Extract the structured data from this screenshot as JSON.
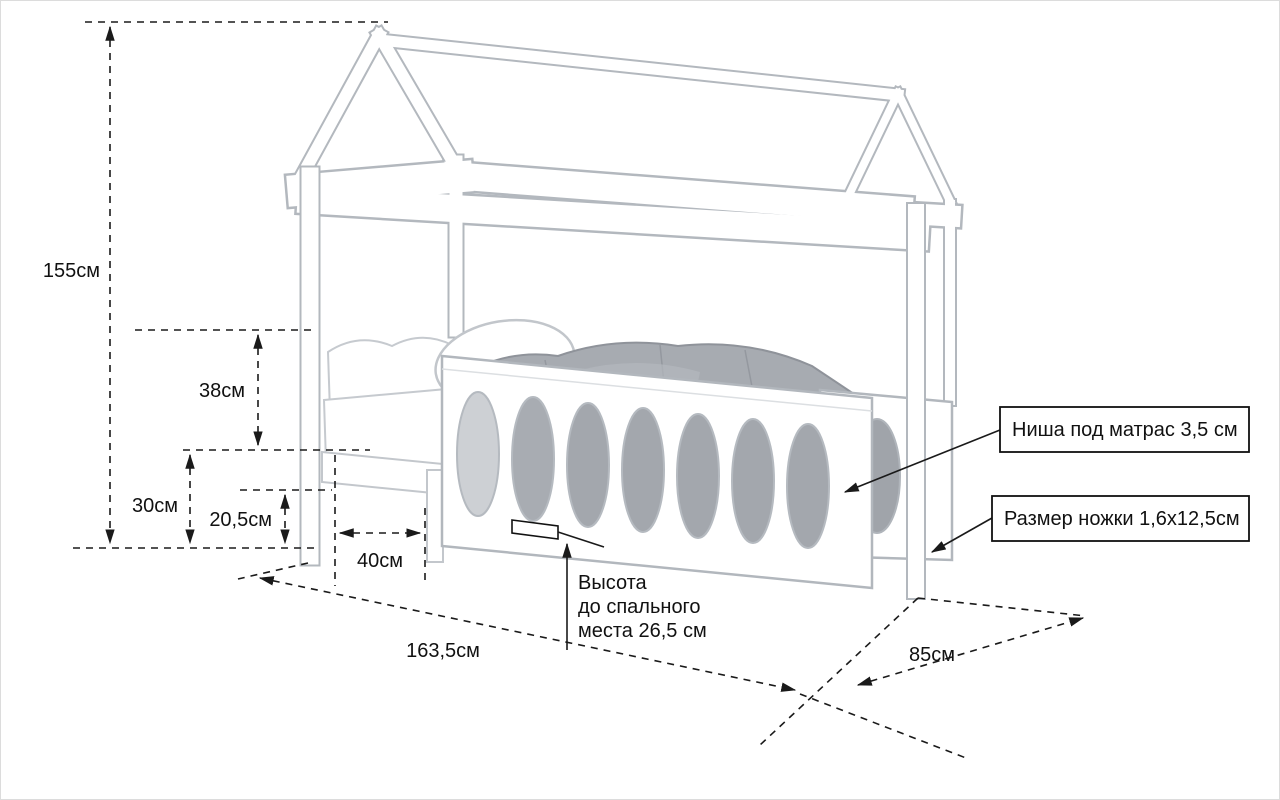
{
  "diagram": {
    "labels": {
      "height_total": "155см",
      "rail_above_mattress": "38см",
      "mattress_top_height": "30см",
      "under_bed_clearance": "20,5см",
      "leg_opening": "40см",
      "bed_length": "163,5см",
      "bed_width": "85см"
    },
    "callouts": {
      "mattress_niche": "Ниша под матрас 3,5 см",
      "leg_size": "Размер ножки 1,6х12,5см",
      "sleep_height_line1": "Высота",
      "sleep_height_line2": "до спального",
      "sleep_height_line3": "места 26,5 см"
    },
    "colors": {
      "dimension_line": "#1a1a1a",
      "bed_outline": "#b3b8be",
      "bed_fill": "#ffffff",
      "blanket": "#a7abb1",
      "background": "#ffffff"
    }
  }
}
